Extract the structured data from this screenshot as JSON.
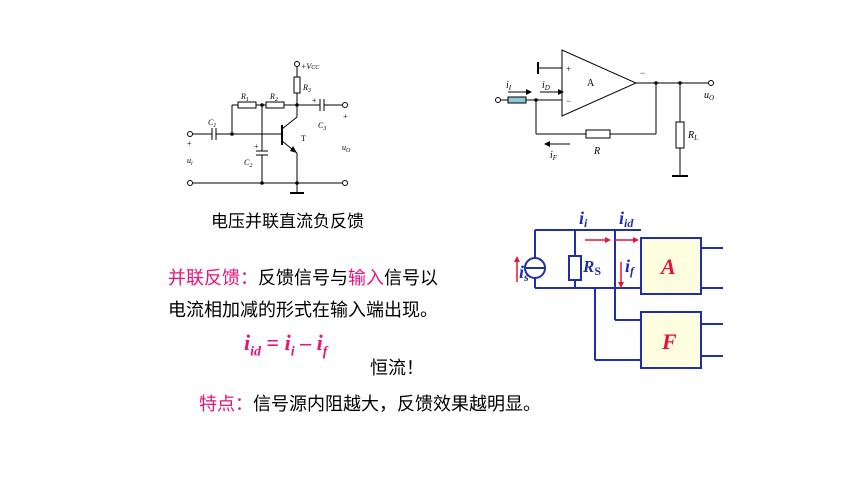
{
  "circuit1": {
    "vcc": "+V",
    "vcc_sub": "CC",
    "r1": "R",
    "r1_sub": "1",
    "r2": "R",
    "r2_sub": "2",
    "r3": "R",
    "r3_sub": "3",
    "c1": "C",
    "c1_sub": "1",
    "c2": "C",
    "c2_sub": "2",
    "c3": "C",
    "c3_sub": "3",
    "t": "T",
    "ui": "u",
    "ui_sub": "i",
    "uo": "u",
    "uo_sub": "O",
    "plus": "+",
    "caption": "电压并联直流负反馈"
  },
  "circuit2": {
    "i1": "i",
    "i1_sub": "I",
    "id": "i",
    "id_sub": "D",
    "if": "i",
    "if_sub": "F",
    "amp": "A",
    "r": "R",
    "rl": "R",
    "rl_sub": "L",
    "uo": "u",
    "uo_sub": "O",
    "minus": "−",
    "plus": "+"
  },
  "block": {
    "ii": "i",
    "ii_sub": "i",
    "iid": "i",
    "iid_sub": "id",
    "is": "i",
    "is_sub": "s",
    "rs": "R",
    "rs_sub": "S",
    "if": "i",
    "if_sub": "f",
    "a": "A",
    "f": "F",
    "colors": {
      "blue": "#1f2fa8",
      "red": "#e8123a",
      "fill": "#fdfde0"
    }
  },
  "text": {
    "parallel_label": "并联反馈：",
    "line1_a": "反馈信号与",
    "line1_b": "输入",
    "line1_c": "信号以",
    "line2": "电流相加减的形式在输入端出现。",
    "eq_iid": "i",
    "eq_iid_sub": "id",
    "eq_eq": " = ",
    "eq_ii": "i",
    "eq_ii_sub": "i",
    "eq_minus": " – ",
    "eq_if": "i",
    "eq_if_sub": "f",
    "constant_current": "恒流！",
    "feature_label": "特点：",
    "feature_text": "信号源内阻越大，反馈效果越明显。"
  }
}
